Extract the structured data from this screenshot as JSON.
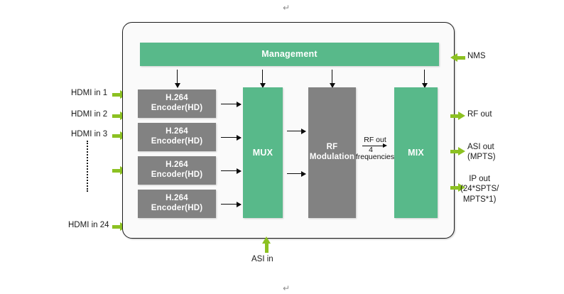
{
  "document": {
    "paragraph_mark": "↵"
  },
  "diagram": {
    "title": "Encoder / RF Modulator block diagram",
    "colors": {
      "green_block": "#58b98a",
      "gray_block": "#828282",
      "arrow_green": "#8cc122",
      "arrow_black": "#0c0c0c",
      "chassis_bg": "#fafafa",
      "chassis_border": "#1d1d1d"
    },
    "blocks": {
      "management": "Management",
      "encoders": [
        {
          "line1": "H.264",
          "line2": "Encoder(HD)"
        },
        {
          "line1": "H.264",
          "line2": "Encoder(HD)"
        },
        {
          "line1": "H.264",
          "line2": "Encoder(HD)"
        },
        {
          "line1": "H.264",
          "line2": "Encoder(HD)"
        }
      ],
      "mux": "MUX",
      "rf_modulation": {
        "line1": "RF",
        "line2": "Modulation"
      },
      "mix": "MIX"
    },
    "inputs_left": [
      {
        "label": "HDMI in 1"
      },
      {
        "label": "HDMI in 2"
      },
      {
        "label": "HDMI in 3"
      },
      {
        "label": "HDMI in 24"
      }
    ],
    "inputs_bottom": [
      {
        "label": "ASI in"
      }
    ],
    "ports_right": [
      {
        "label": "NMS",
        "direction": "in"
      },
      {
        "label": "RF out",
        "direction": "out"
      },
      {
        "label_line1": "ASI out",
        "label_line2": "(MPTS)",
        "direction": "out"
      },
      {
        "label_line1": "IP out",
        "label_line2": "(24*SPTS/",
        "label_line3": "MPTS*1)",
        "direction": "out"
      }
    ],
    "annotations": {
      "rf_out_note_top": "RF out",
      "rf_out_note_count": "4",
      "rf_out_note_bottom": "frequencies"
    }
  }
}
